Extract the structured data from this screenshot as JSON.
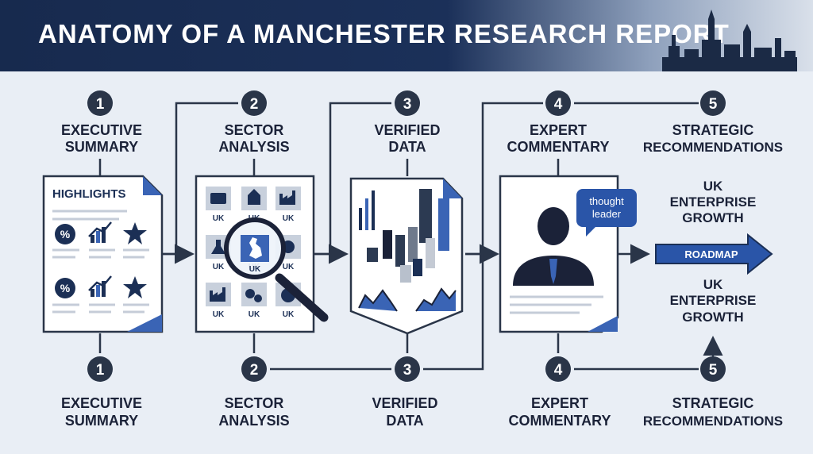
{
  "header": {
    "title": "ANATOMY OF A MANCHESTER RESEARCH REPORT"
  },
  "steps_top": [
    {
      "num": "1",
      "line1": "EXECUTIVE",
      "line2": "SUMMARY"
    },
    {
      "num": "2",
      "line1": "SECTOR",
      "line2": "ANALYSIS"
    },
    {
      "num": "3",
      "line1": "VERIFIED",
      "line2": "DATA"
    },
    {
      "num": "4",
      "line1": "EXPERT",
      "line2": "COMMENTARY"
    },
    {
      "num": "5",
      "line1": "STRATEGIC",
      "line2": "RECOMMENDATIONS"
    }
  ],
  "steps_bottom": [
    {
      "num": "1",
      "line1": "EXECUTIVE",
      "line2": "SUMMARY"
    },
    {
      "num": "2",
      "line1": "SECTOR",
      "line2": "ANALYSIS"
    },
    {
      "num": "3",
      "line1": "VERIFIED",
      "line2": "DATA"
    },
    {
      "num": "4",
      "line1": "EXPERT",
      "line2": "COMMENTARY"
    },
    {
      "num": "5",
      "line1": "STRATEGIC",
      "line2": "RECOMMENDATIONS"
    }
  ],
  "doc1": {
    "title": "HIGHLIGHTS",
    "icons": [
      "percent-icon",
      "trend-chart-icon",
      "star-icon"
    ]
  },
  "doc2": {
    "cells": [
      "UK",
      "UK",
      "UK",
      "UK",
      "UK",
      "UK",
      "UK",
      "UK",
      "UK"
    ],
    "magnifier_label": "UK",
    "icons": [
      "briefcase-icon",
      "building-icon",
      "factory-icon",
      "flask-icon",
      "uk-map-icon",
      "gear-icon",
      "factory-icon",
      "gears-icon",
      "globe-icon"
    ]
  },
  "doc4": {
    "bubble_line1": "thought",
    "bubble_line2": "leader"
  },
  "outcome": {
    "top_line1": "UK",
    "top_line2": "ENTERPRISE",
    "top_line3": "GROWTH",
    "arrow_label": "ROADMAP",
    "bottom_line1": "UK",
    "bottom_line2": "ENTERPRISE",
    "bottom_line3": "GROWTH"
  },
  "colors": {
    "navy": "#1b2f55",
    "accent": "#2a55a8",
    "line": "#2a3548",
    "paper": "#ffffff",
    "background": "#e9eef5"
  }
}
